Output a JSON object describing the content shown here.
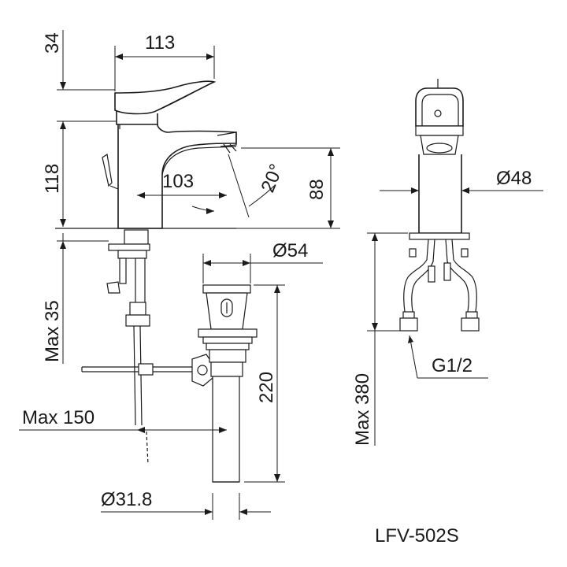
{
  "dimensions": {
    "lever_height": "34",
    "body_width": "113",
    "body_height": "118",
    "spout_reach": "103",
    "spout_angle": "20°",
    "spout_height": "88",
    "body_diameter": "Ø48",
    "drain_diameter": "Ø54",
    "deck_thickness": "Max 35",
    "drain_length": "220",
    "rod_length": "Max 150",
    "tail_diameter": "Ø31.8",
    "hose_length": "Max 380",
    "thread": "G1/2"
  },
  "model": "LFV-502S"
}
